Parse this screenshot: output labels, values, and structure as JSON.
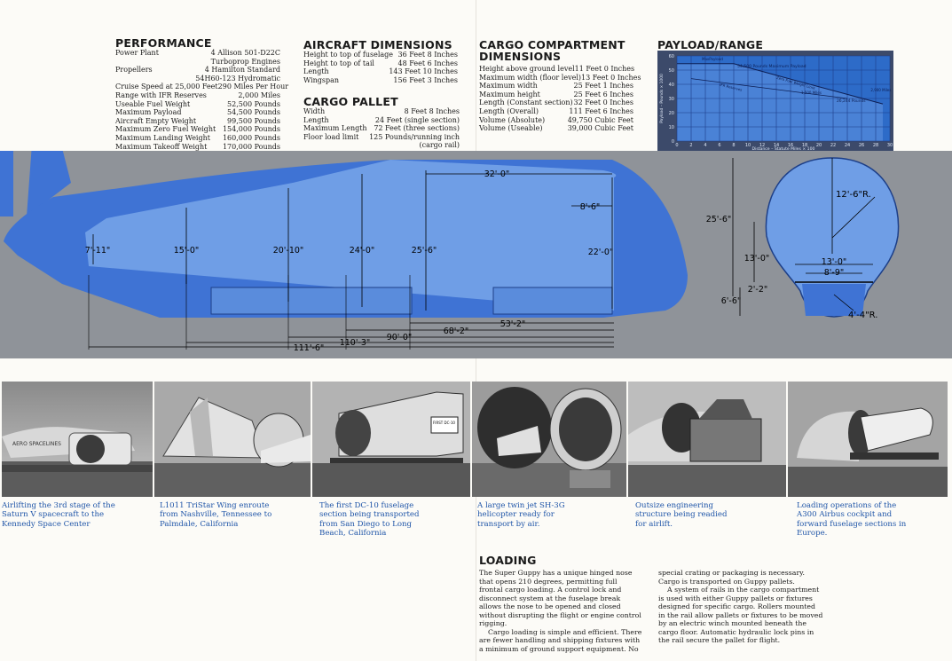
{
  "performance": {
    "title": "PERFORMANCE",
    "rows": [
      {
        "label": "Power Plant",
        "value": "4 Allison 501-D22C"
      },
      {
        "cont": "Turboprop Engines"
      },
      {
        "label": "Propellers",
        "value": "4 Hamilton Standard"
      },
      {
        "cont": "54H60-123 Hydromatic"
      },
      {
        "label": "Cruise Speed at 25,000 Feet",
        "value": "290 Miles Per Hour"
      },
      {
        "label": "Range with IFR Reserves",
        "value": "2,000 Miles"
      },
      {
        "label": "Useable Fuel Weight",
        "value": "52,500 Pounds"
      },
      {
        "label": "Maximum Payload",
        "value": "54,500 Pounds"
      },
      {
        "label": "Aircraft Empty Weight",
        "value": "99,500 Pounds"
      },
      {
        "label": "Maximum Zero Fuel Weight",
        "value": "154,000 Pounds"
      },
      {
        "label": "Maximum Landing Weight",
        "value": "160,000 Pounds"
      },
      {
        "label": "Maximum Takeoff Weight",
        "value": "170,000 Pounds"
      }
    ]
  },
  "aircraft_dimensions": {
    "title": "AIRCRAFT DIMENSIONS",
    "rows": [
      {
        "label": "Height to top of fuselage",
        "value": "36 Feet  8 Inches"
      },
      {
        "label": "Height to top of tail",
        "value": "48 Feet  6 Inches"
      },
      {
        "label": "Length",
        "value": "143 Feet 10 Inches"
      },
      {
        "label": "Wingspan",
        "value": "156 Feet  3 Inches"
      }
    ]
  },
  "cargo_pallet": {
    "title": "CARGO PALLET",
    "rows": [
      {
        "label": "Width",
        "value": "8 Feet  8 Inches"
      },
      {
        "label": "Length",
        "value": "24 Feet (single section)"
      },
      {
        "label": "Maximum Length",
        "value": "72 Feet (three sections)"
      },
      {
        "label": "Floor load limit",
        "value": "125 Pounds/running inch"
      },
      {
        "cont": "(cargo rail)"
      }
    ]
  },
  "cargo_compartment": {
    "title_line1": "CARGO COMPARTMENT",
    "title_line2": "DIMENSIONS",
    "rows": [
      {
        "label": "Height above ground level",
        "value": "11 Feet  0 Inches"
      },
      {
        "label": "Maximum width (floor level)",
        "value": "13 Feet  0 Inches"
      },
      {
        "label": "Maximum width",
        "value": "25 Feet  1 Inches"
      },
      {
        "label": "Maximum height",
        "value": "25 Feet  6 Inches"
      },
      {
        "label": "Length (Constant section)",
        "value": "32 Feet  0 Inches"
      },
      {
        "label": "Length (Overall)",
        "value": "111 Feet  6 Inches"
      },
      {
        "label": "Volume (Absolute)",
        "value": "49,750 Cubic Feet"
      },
      {
        "label": "Volume (Useable)",
        "value": "39,000 Cubic Feet"
      }
    ]
  },
  "payload_range": {
    "title": "PAYLOAD/RANGE",
    "ylabel": "Payload – Pounds × 1000",
    "xlabel": "Distance – Statute Miles × 100",
    "yticks": [
      "60",
      "50",
      "40",
      "30",
      "20",
      "10",
      "0"
    ],
    "xticks": [
      "0",
      "2",
      "4",
      "6",
      "8",
      "10",
      "12",
      "14",
      "16",
      "18",
      "20",
      "22",
      "24",
      "26",
      "28",
      "30"
    ],
    "ann_max_payload": "54,500 Pounds Maximum Payload",
    "ann_max_label": "MaxPayload",
    "ann_fuel_line": "Zero Fuel Weight Limit",
    "ann_reserve_line": "IFR Reserves",
    "ann_mid_pt": "1,500 Miles",
    "ann_end_weight": "26,244 Pounds",
    "ann_end_pt": "2,900 Miles",
    "colors": {
      "panel": "#2d6bc8",
      "shade": "#4a82d6",
      "grid": "#1c3c88"
    }
  },
  "chart_data": {
    "type": "area",
    "title": "PAYLOAD/RANGE",
    "xlabel": "Distance – Statute Miles × 100",
    "ylabel": "Payload – Pounds × 1000",
    "xlim": [
      0,
      30
    ],
    "ylim": [
      0,
      60
    ],
    "grid": true,
    "series": [
      {
        "x": [
          0,
          8,
          15,
          29,
          29
        ],
        "values": [
          54.5,
          54.5,
          45,
          26.2,
          0
        ]
      }
    ]
  },
  "fuselage_dims": {
    "h1": "7'-11\"",
    "h2": "15'-0\"",
    "h3": "20'-10\"",
    "h4": "24'-0\"",
    "h5": "25'-6\"",
    "h6": "22'-0\"",
    "nose_h": "8'-6\"",
    "constant": "32'-0\"",
    "l1": "53'-2\"",
    "l2": "68'-2\"",
    "l3": "90'-0\"",
    "l4": "110'-3\"",
    "l5": "111'-6\""
  },
  "section_dims": {
    "top_radius": "12'-6\"R.",
    "total_height": "25'-6\"",
    "floor_height": "13'-0\"",
    "floor_width": "13'-0\"",
    "pallet_width": "8'-9\"",
    "floor_depth": "2'-2\"",
    "bottom_height": "6'-6\"",
    "bottom_radius": "4'-4\"R."
  },
  "captions": [
    "Airlifting the 3rd stage of the Saturn V spacecraft to the Kennedy Space Center",
    "L1011 TriStar Wing enroute from Nashville, Tennessee to Palmdale, California",
    "The first DC-10 fuselage section being transported from San Diego to Long Beach, California",
    "A large twin jet SH-3G helicopter ready for transport by air.",
    "Outsize engineering structure being readied for airlift.",
    "Loading operations of the A300 Airbus cockpit and forward fuselage sections in Europe."
  ],
  "loading": {
    "title": "LOADING",
    "p1": "The Super Guppy has a unique hinged nose that opens 210 degrees, permitting full frontal cargo loading. A control lock and disconnect system at the fuselage break allows the nose to be opened and closed without disrupting the flight or engine control rigging.",
    "p2": "Cargo loading is simple and efficient. There are fewer handling and shipping fixtures with a minimum of ground support equipment. No",
    "p3": "special crating or packaging is necessary. Cargo is transported on Guppy pallets.",
    "p4": "A system of rails in the cargo compartment is used with either Guppy pallets or fixtures designed for specific cargo. Rollers mounted in the rail allow pallets or fixtures to be moved by an electric winch mounted beneath the cargo floor. Automatic hydraulic lock pins in the rail secure the pallet for flight."
  },
  "colors": {
    "band": "#8f9399",
    "fuselage": "#3f73d4",
    "cabin": "#6f9ee6",
    "cargo_box": "#5a8cdc"
  }
}
